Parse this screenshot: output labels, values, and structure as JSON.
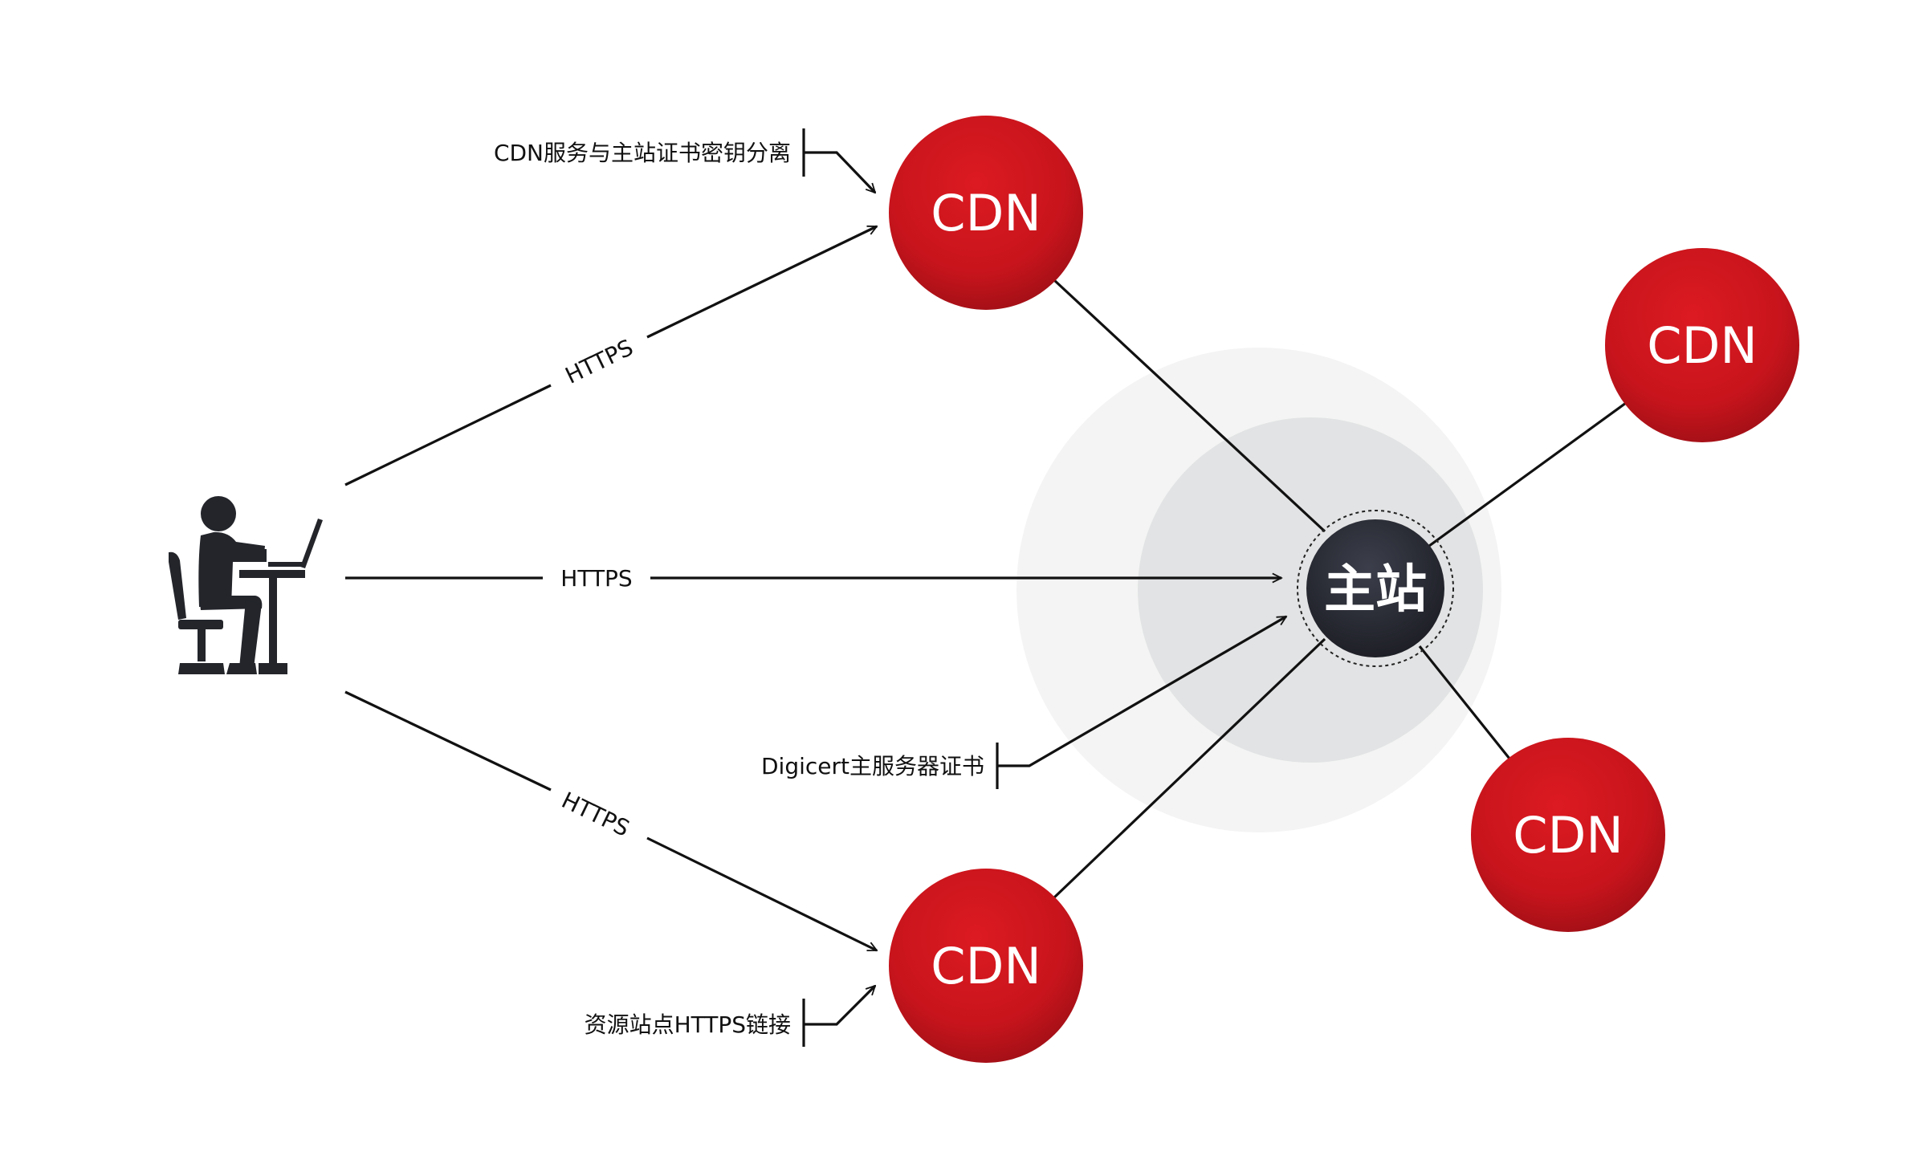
{
  "nodes": {
    "cdn_top": "CDN",
    "cdn_bottom": "CDN",
    "cdn_right_top": "CDN",
    "cdn_right_bottom": "CDN",
    "main_site": "主站"
  },
  "edges": {
    "user_to_cdn_top": "HTTPS",
    "user_to_main": "HTTPS",
    "user_to_cdn_bottom": "HTTPS"
  },
  "annotations": {
    "cdn_key_separation": "CDN服务与主站证书密钥分离",
    "digicert_cert": "Digicert主服务器证书",
    "resource_https": "资源站点HTTPS链接"
  },
  "colors": {
    "cdn_red": "#c8141c",
    "main_dark": "#2b2d36",
    "halo_outer": "#f3f4f3",
    "halo_inner": "#e2e3e4",
    "user_icon": "#23252b"
  },
  "icons": {
    "user": "person-at-laptop-icon"
  }
}
